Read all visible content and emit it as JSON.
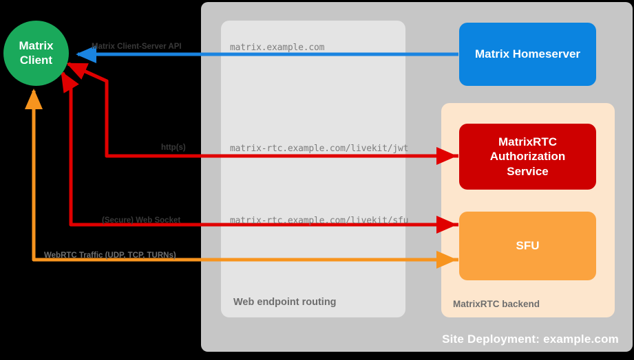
{
  "diagram": {
    "title": "MatrixRTC site deployment topology",
    "site": {
      "label": "Site Deployment: example.com",
      "color": "#c6c6c6"
    },
    "routing_group": {
      "label": "Web endpoint routing",
      "color": "#e4e4e4"
    },
    "rtc_group": {
      "label": "MatrixRTC backend",
      "color": "#fde6cd"
    },
    "nodes": {
      "client": {
        "line1": "Matrix",
        "line2": "Client",
        "color": "#1aa95b"
      },
      "homeserver": {
        "label": "Matrix Homeserver",
        "color": "#0b84e0"
      },
      "auth": {
        "line1": "MatrixRTC",
        "line2": "Authorization",
        "line3": "Service",
        "color": "#ce0000"
      },
      "sfu": {
        "label": "SFU",
        "color": "#fba33f"
      }
    },
    "edges": [
      {
        "id": "csapi",
        "protocol": "Matrix Client-Server API",
        "endpoint": "matrix.example.com",
        "color": "#1a84e0",
        "direction": "homeserver-to-client"
      },
      {
        "id": "jwt",
        "protocol": "http(s)",
        "endpoint": "matrix-rtc.example.com/livekit/jwt",
        "color": "#e00000",
        "direction": "bidirectional"
      },
      {
        "id": "sfu-ws",
        "protocol": "(Secure) Web Socket",
        "endpoint": "matrix-rtc.example.com/livekit/sfu",
        "color": "#e00000",
        "direction": "bidirectional"
      },
      {
        "id": "webrtc",
        "protocol": "WebRTC Traffic (UDP, TCP, TURNs)",
        "endpoint": "",
        "color": "#f7941e",
        "direction": "bidirectional"
      }
    ]
  }
}
